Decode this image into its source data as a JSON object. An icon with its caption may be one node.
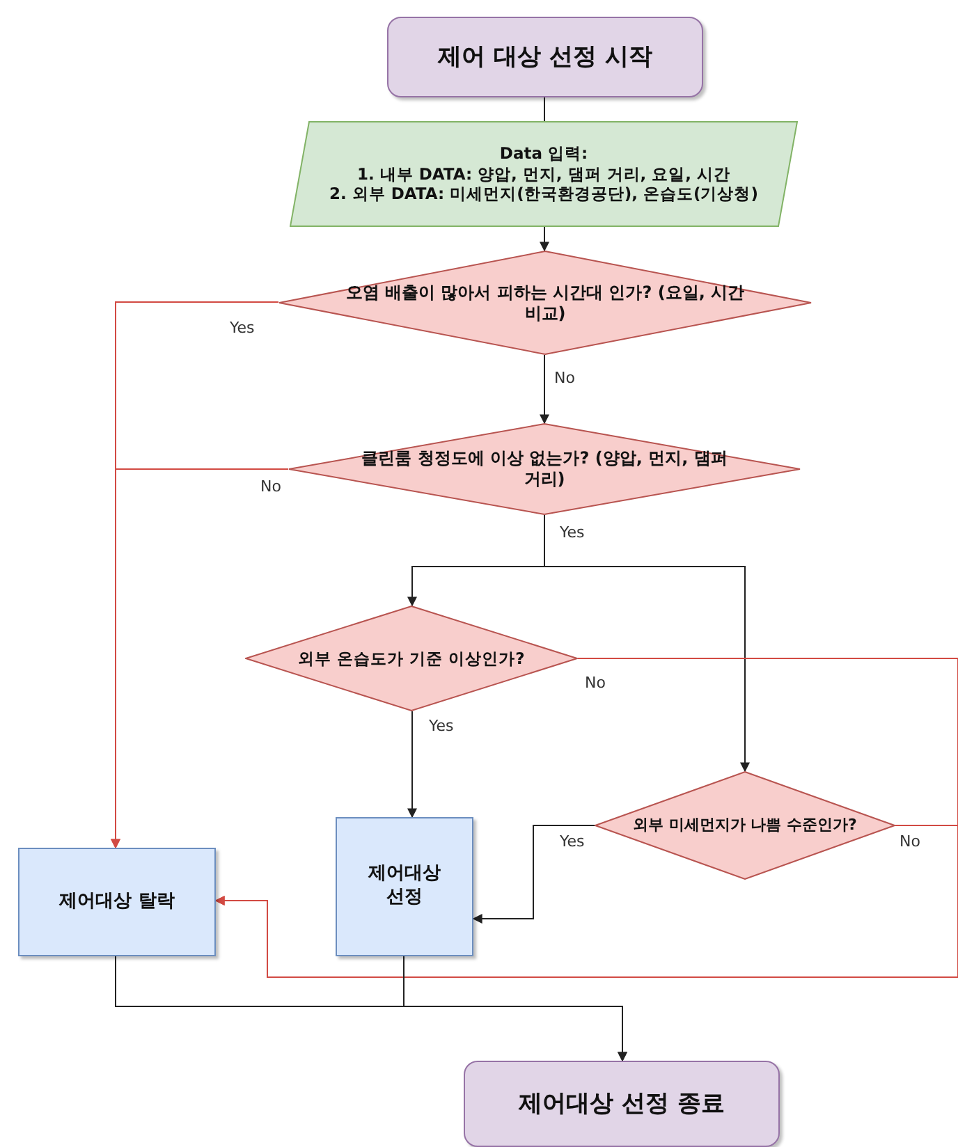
{
  "diagram": {
    "nodes": [
      {
        "text": [
          "제어 대상 선정 시작"
        ]
      },
      {
        "text": [
          "Data 입력:",
          "1. 내부 DATA: 양압, 먼지, 댐퍼 거리, 요일, 시간",
          "2. 외부 DATA: 미세먼지(한국환경공단), 온습도(기상청)"
        ]
      },
      {
        "text": [
          "오염 배출이 많아서 피하는 시간대 인가? (요일, 시간 비교)"
        ]
      },
      {
        "text": [
          "클린룸 청정도에 이상 없는가? (양압, 먼지, 댐퍼 거리)"
        ]
      },
      {
        "text": [
          "외부 온습도가 기준 이상인가?"
        ]
      },
      {
        "text": [
          "외부 미세먼지가 나쁨 수준인가?"
        ]
      },
      {
        "text": [
          "제어대상 탈락"
        ]
      },
      {
        "text": [
          "제어대상 선정"
        ]
      },
      {
        "text": [
          "제어대상 선정 종료"
        ]
      }
    ],
    "edges": [
      {
        "from": 0,
        "to": 1,
        "arrow": "none"
      },
      {
        "from": 1,
        "to": 2,
        "arrow": "to"
      },
      {
        "from": 2,
        "to": 6,
        "arrow": "to",
        "label": "Yes",
        "color": "#d24a43"
      },
      {
        "from": 2,
        "to": 3,
        "arrow": "to",
        "label": "No"
      },
      {
        "from": 3,
        "to": 6,
        "arrow": "to",
        "label": "No",
        "color": "#d24a43"
      },
      {
        "from": 3,
        "to": 4,
        "arrow": "to",
        "label": "Yes"
      },
      {
        "from": 3,
        "to": 5,
        "arrow": "to"
      },
      {
        "from": 4,
        "to": 7,
        "arrow": "to",
        "label": "Yes"
      },
      {
        "from": 4,
        "to": 6,
        "arrow": "to",
        "label": "No",
        "color": "#d24a43"
      },
      {
        "from": 5,
        "to": 7,
        "arrow": "to",
        "label": "Yes"
      },
      {
        "from": 5,
        "to": 6,
        "arrow": "to",
        "label": "No",
        "color": "#d24a43"
      },
      {
        "from": 6,
        "to": 8,
        "arrow": "to"
      },
      {
        "from": 7,
        "to": 8,
        "arrow": "to"
      }
    ]
  }
}
